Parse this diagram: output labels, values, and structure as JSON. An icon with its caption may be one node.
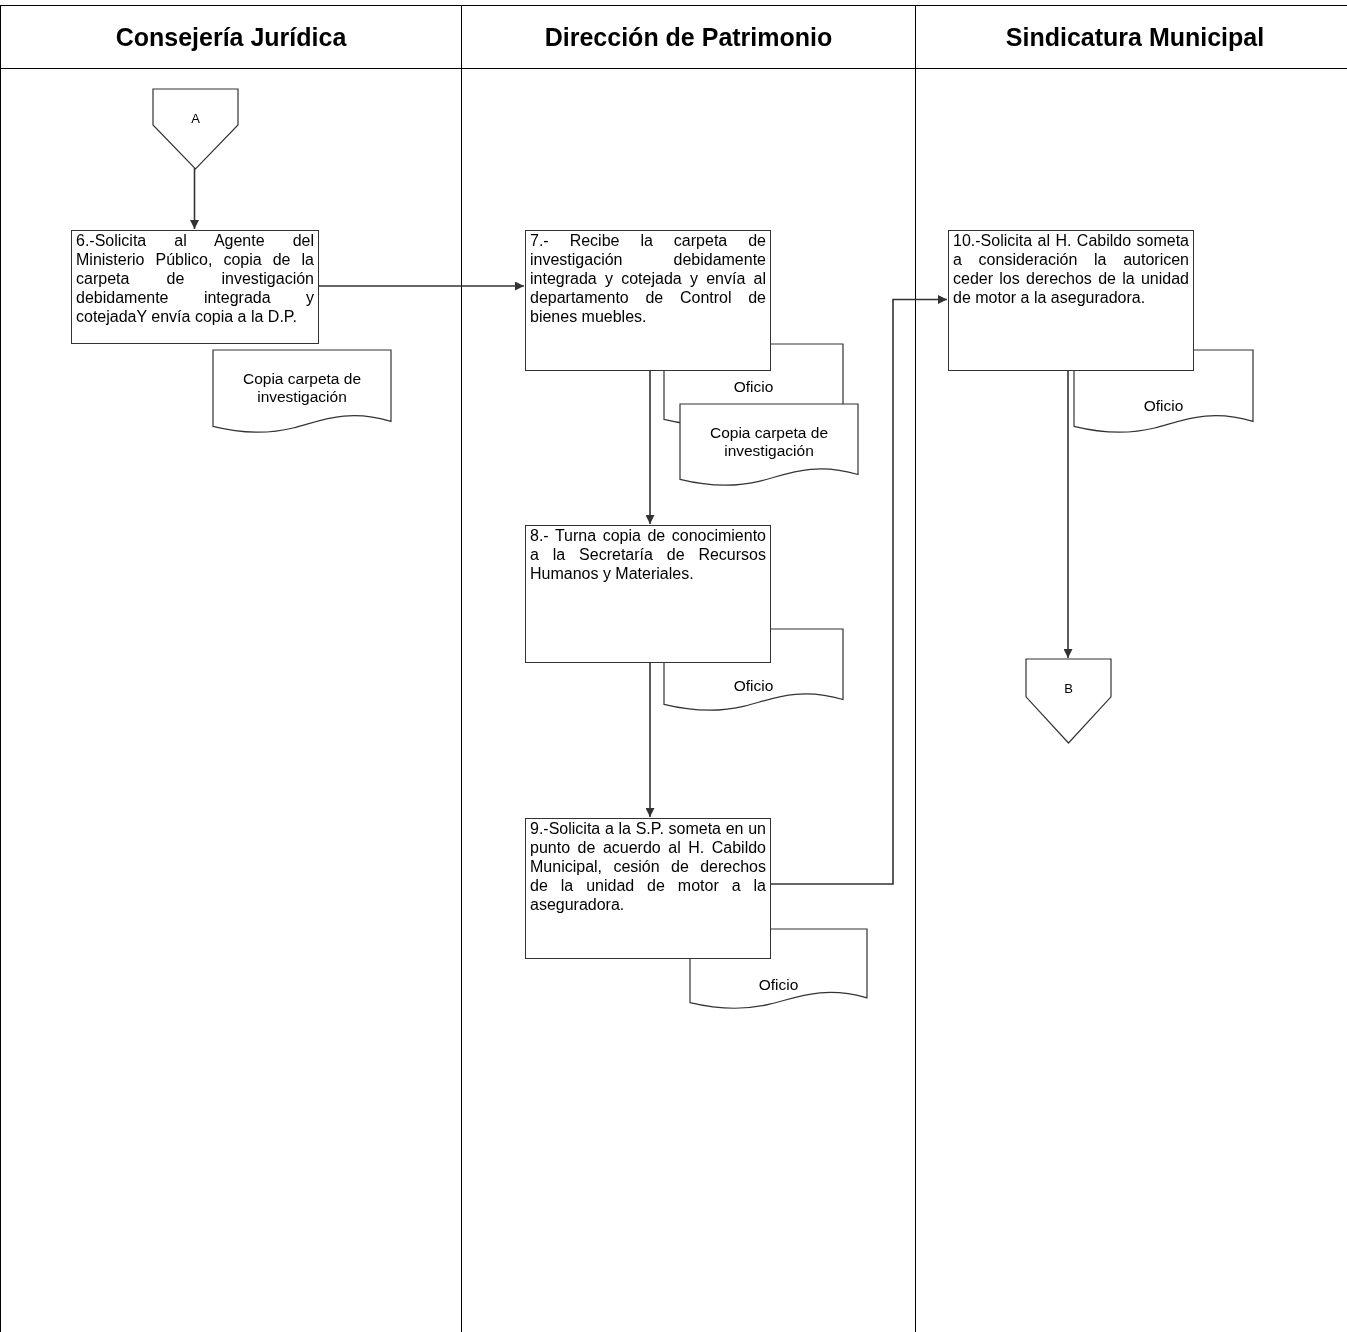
{
  "diagram": {
    "nodes": [
      {
        "text": [
          "Consejería Jurídica"
        ]
      },
      {
        "text": [
          "A"
        ],
        "in": 0
      },
      {
        "text": [
          "6.-Solicita al Agente del Ministerio Público, copia de la carpeta de investigación debidamente integrada y cotejadaY envía copia a la D.P."
        ],
        "in": 0
      },
      {
        "text": [
          "Copia carpeta de investigación"
        ],
        "in": 0
      },
      {
        "text": [
          "Dirección de Patrimonio"
        ]
      },
      {
        "text": [
          "7.- Recibe la carpeta de investigación debidamente integrada y cotejada y envía al departamento de Control de bienes muebles."
        ],
        "in": 4
      },
      {
        "text": [
          "Oficio"
        ],
        "in": 4
      },
      {
        "text": [
          "Copia carpeta de investigación"
        ],
        "in": 4
      },
      {
        "text": [
          "8.- Turna copia de conocimiento a la Secretaría de Recursos Humanos y Materiales."
        ],
        "in": 4
      },
      {
        "text": [
          "Oficio"
        ],
        "in": 4
      },
      {
        "text": [
          "9.-Solicita a la S.P. someta en un punto de acuerdo al H. Cabildo Municipal, cesión de derechos de la unidad de motor a la aseguradora."
        ],
        "in": 4
      },
      {
        "text": [
          "Oficio"
        ],
        "in": 4
      },
      {
        "text": [
          "Sindicatura Municipal"
        ]
      },
      {
        "text": [
          "10.-Solicita al H. Cabildo someta a consideración la autoricen ceder los derechos de la unidad de motor a la aseguradora."
        ],
        "in": 12
      },
      {
        "text": [
          "Oficio"
        ],
        "in": 12
      },
      {
        "text": [
          "B"
        ],
        "in": 12
      }
    ],
    "edges": [
      {
        "from": 1,
        "to": 2,
        "arrow": "to"
      },
      {
        "from": 2,
        "to": 5,
        "arrow": "to"
      },
      {
        "from": 5,
        "to": 8,
        "arrow": "to"
      },
      {
        "from": 8,
        "to": 10,
        "arrow": "to"
      },
      {
        "from": 10,
        "to": 13,
        "arrow": "to"
      },
      {
        "from": 13,
        "to": 15,
        "arrow": "to"
      }
    ]
  }
}
